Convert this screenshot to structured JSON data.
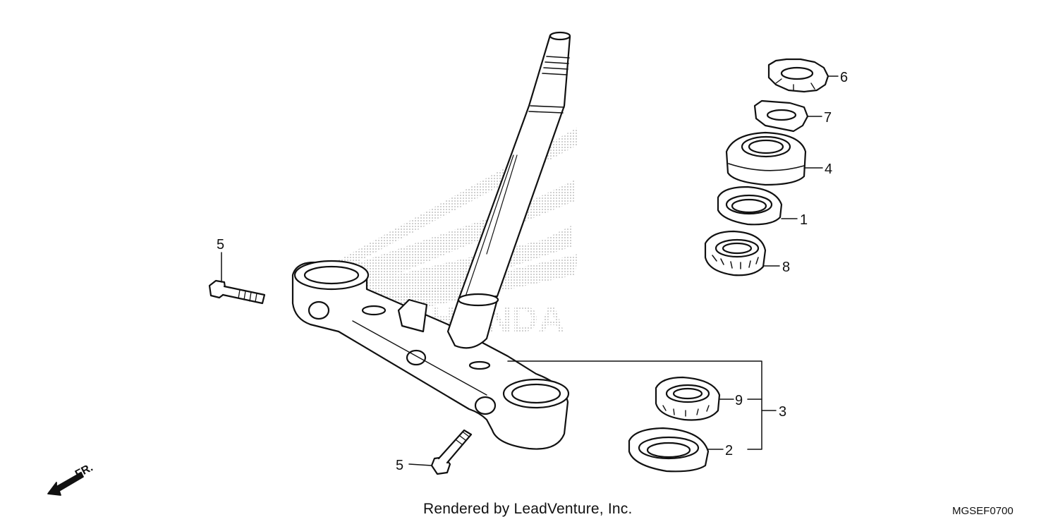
{
  "diagram": {
    "callouts": {
      "c6": "6",
      "c7": "7",
      "c4": "4",
      "c1": "1",
      "c8": "8",
      "c5a": "5",
      "c5b": "5",
      "c9": "9",
      "c3": "3",
      "c2": "2"
    },
    "front_label": "FR.",
    "watermark_text": "HONDA",
    "credit": "Rendered by LeadVenture, Inc.",
    "diagram_code": "MGSEF0700"
  },
  "colors": {
    "line": "#111111",
    "watermark": "#b5b5b5",
    "background": "#ffffff"
  }
}
